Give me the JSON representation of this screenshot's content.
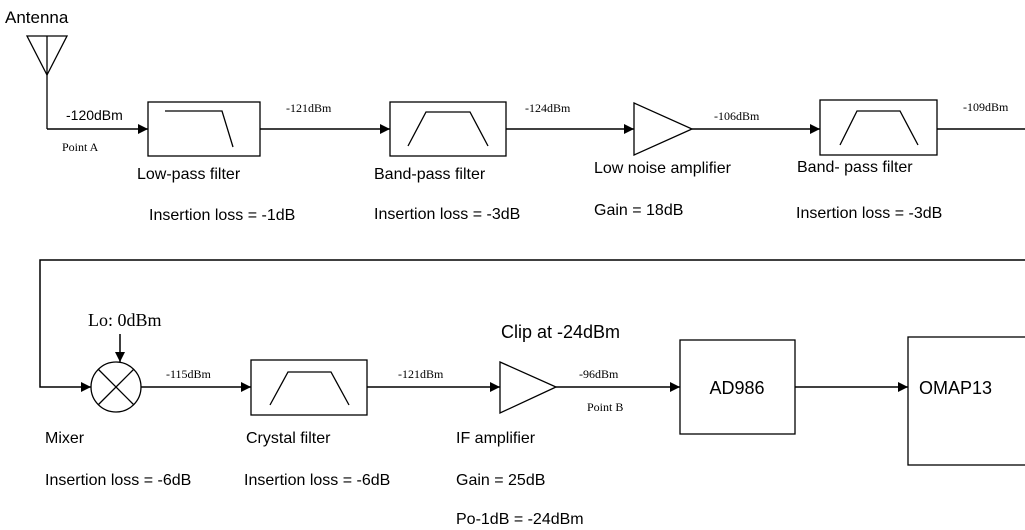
{
  "antenna": {
    "label": "Antenna"
  },
  "points": {
    "a": "Point A",
    "b": "Point B"
  },
  "levels": {
    "l1": "-120dBm",
    "l2": "-121dBm",
    "l3": "-124dBm",
    "l4": "-106dBm",
    "l5": "-109dBm",
    "l6": "-115dBm",
    "l7": "-121dBm",
    "l8": "-96dBm"
  },
  "lo": {
    "label": "Lo: 0dBm"
  },
  "clip": {
    "label": "Clip at -24dBm"
  },
  "blocks": {
    "lpf": {
      "name": "Low-pass filter",
      "spec": "Insertion loss = -1dB"
    },
    "bpf1": {
      "name": "Band-pass filter",
      "spec": "Insertion loss = -3dB"
    },
    "lna": {
      "name": "Low noise amplifier",
      "spec": "Gain = 18dB"
    },
    "bpf2": {
      "name": "Band- pass filter",
      "spec": "Insertion loss = -3dB"
    },
    "mixer": {
      "name": "Mixer",
      "spec": "Insertion loss = -6dB"
    },
    "crystal": {
      "name": "Crystal filter",
      "spec": "Insertion loss = -6dB"
    },
    "ifamp": {
      "name": "IF amplifier",
      "spec": "Gain = 25dB",
      "spec2": "Po-1dB = -24dBm"
    },
    "adc": {
      "name": "AD986"
    },
    "omap": {
      "name": "OMAP13"
    }
  }
}
